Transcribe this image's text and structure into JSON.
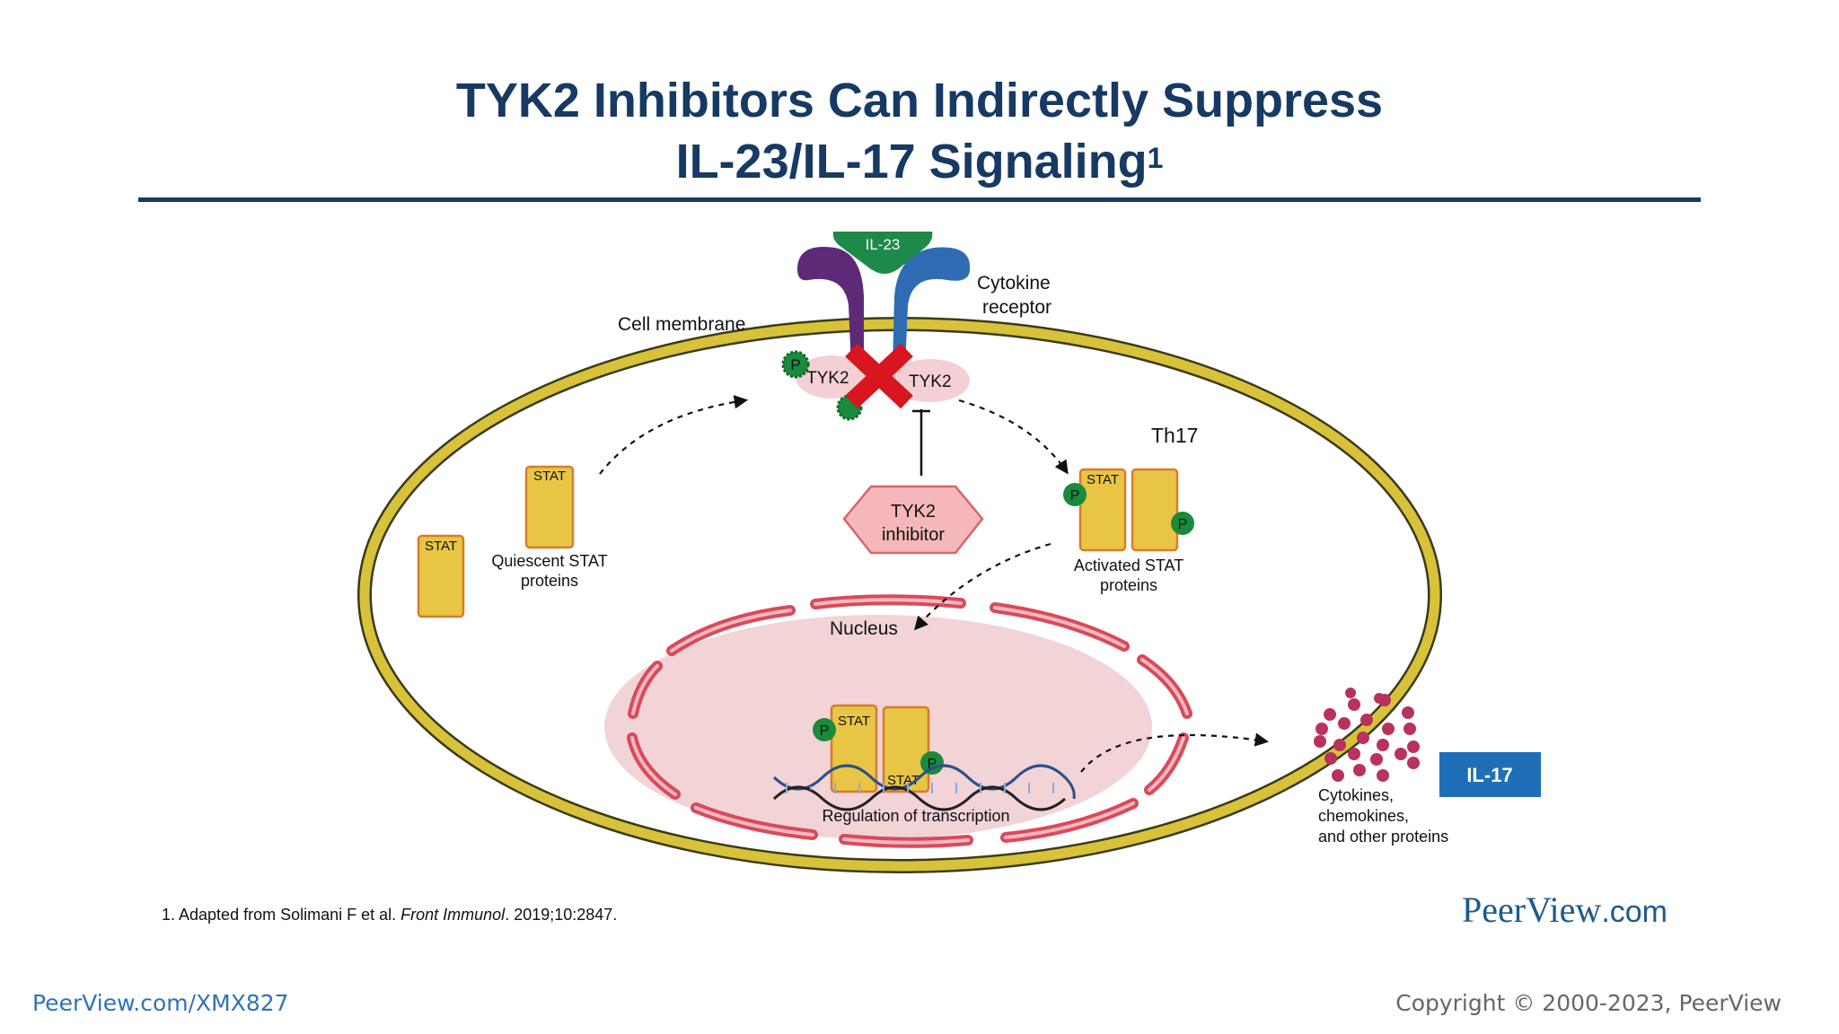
{
  "slide": {
    "title_line1": "TYK2 Inhibitors Can Indirectly Suppress",
    "title_line2": "IL-23/IL-17 Signaling",
    "title_superscript": "1"
  },
  "diagram": {
    "il23": "IL-23",
    "cytokine_receptor_line1": "Cytokine",
    "cytokine_receptor_line2": "receptor",
    "cell_membrane": "Cell membrane",
    "tyk2_left": "TYK2",
    "tyk2_right": "TYK2",
    "phospho": "P",
    "th17": "Th17",
    "stat": "STAT",
    "quiescent_line1": "Quiescent STAT",
    "quiescent_line2": "proteins",
    "activated_line1": "Activated STAT",
    "activated_line2": "proteins",
    "inhibitor_line1": "TYK2",
    "inhibitor_line2": "inhibitor",
    "nucleus": "Nucleus",
    "regulation": "Regulation of transcription",
    "il17": "IL-17",
    "cytokines_line1": "Cytokines,",
    "cytokines_line2": "chemokines,",
    "cytokines_line3": "and other proteins"
  },
  "reference": {
    "prefix": "1. Adapted from Solimani F et al. ",
    "journal": "Front Immunol",
    "suffix": ". 2019;10:2847."
  },
  "brand": {
    "name": "PeerView",
    "suffix": ".com"
  },
  "footer": {
    "link": "PeerView.com/XMX827",
    "copyright": "Copyright © 2000-2023, PeerView"
  },
  "colors": {
    "title": "#163a63",
    "membrane_yellow": "#d8c23a",
    "membrane_dark": "#3a3a1a",
    "stat_fill": "#e8c545",
    "stat_border": "#d97b2a",
    "phospho_green": "#1a8a3c",
    "nucleus_fill": "#f2d3d6",
    "nucleus_envelope": "#d94a5a",
    "il17_box": "#1f6fb8",
    "inhibit_cross": "#d7161f"
  }
}
